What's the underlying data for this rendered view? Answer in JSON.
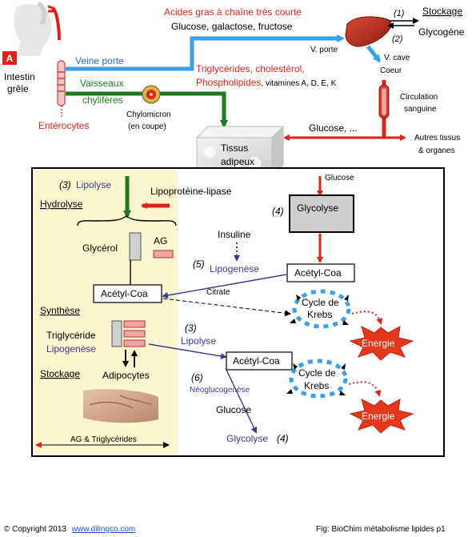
{
  "section_badge": "A",
  "intestin": {
    "line1": "Intestin",
    "line2": "grêle"
  },
  "enterocytes": "Entérocytes",
  "veine_porte": "Veine porte",
  "vaisseaux": {
    "line1": "Vaisseaux",
    "line2": "chylifères"
  },
  "chylomicron": {
    "line1": "Chylomicron",
    "line2": "(en coupe)"
  },
  "acides_gras": "Acides gras à chaîne très courte",
  "glucose_galactose": "Glucose, galactose, fructose",
  "triglycerides_chol": "Triglycérides, cholestérol,",
  "phospholipides": "Phospholipides",
  "vitamines": ", vitamines A, D, E, K",
  "v_porte": "V. porte",
  "stockage_title": "Stockage",
  "num_1": "(1)",
  "num_2": "(2)",
  "glycogene": "Glycogène",
  "v_cave": "V. cave",
  "coeur": "Coeur",
  "circulation": {
    "line1": "Circulation",
    "line2": "sanguine"
  },
  "glucose_etc": "Glucose, ...",
  "autres_tissus": {
    "line1": "Autres tissus",
    "line2": "& organes"
  },
  "tissus_adipeux": {
    "line1": "Tissus",
    "line2": "adipeux"
  },
  "lipolyse_num": "(3)",
  "lipolyse": "Lipolyse",
  "hydrolyse": "Hydrolyse",
  "lipoproteine_lipase": "Lipoprotéine-lipase",
  "glycerol": "Glycérol",
  "ag": "AG",
  "acetyl_coa": "Acétyl-Coa",
  "synthese": "Synthèse",
  "triglyceride": "Triglycéride",
  "lipogenese": "Lipogenèse",
  "stockage": "Stockage",
  "adipocytes": "Adipocytes",
  "ag_triglycerides": "AG & Triglycérides",
  "glucose_top": "Glucose",
  "glycolyse_num": "(4)",
  "glycolyse": "Glycolyse",
  "insuline": "Insuline",
  "lipogenese_num": "(5)",
  "citrate": "Citrate",
  "cycle_krebs": {
    "line1": "Cycle de",
    "line2": "Krebs"
  },
  "energie": "Energie",
  "lipolyse2_num": "(3)",
  "lipolyse2": "Lipolyse",
  "neo_num": "(6)",
  "neoglucogenese": "Néoglucogenèse",
  "glucose_bottom": "Glucose",
  "glycolyse_bottom": "Glycolyse",
  "glycolyse_bottom_num": "(4)",
  "copyright": "© Copyright 2013",
  "copyright_link": "www.dilingco.com",
  "fig_caption": "Fig: BioChim métabolisme lipides p1",
  "colors": {
    "red": "#e0201b",
    "blue": "#3aa0e8",
    "green": "#1d7a1d",
    "navy": "#3b3b8f",
    "liver": "#b3271c",
    "panel": "#fbf6cf"
  }
}
